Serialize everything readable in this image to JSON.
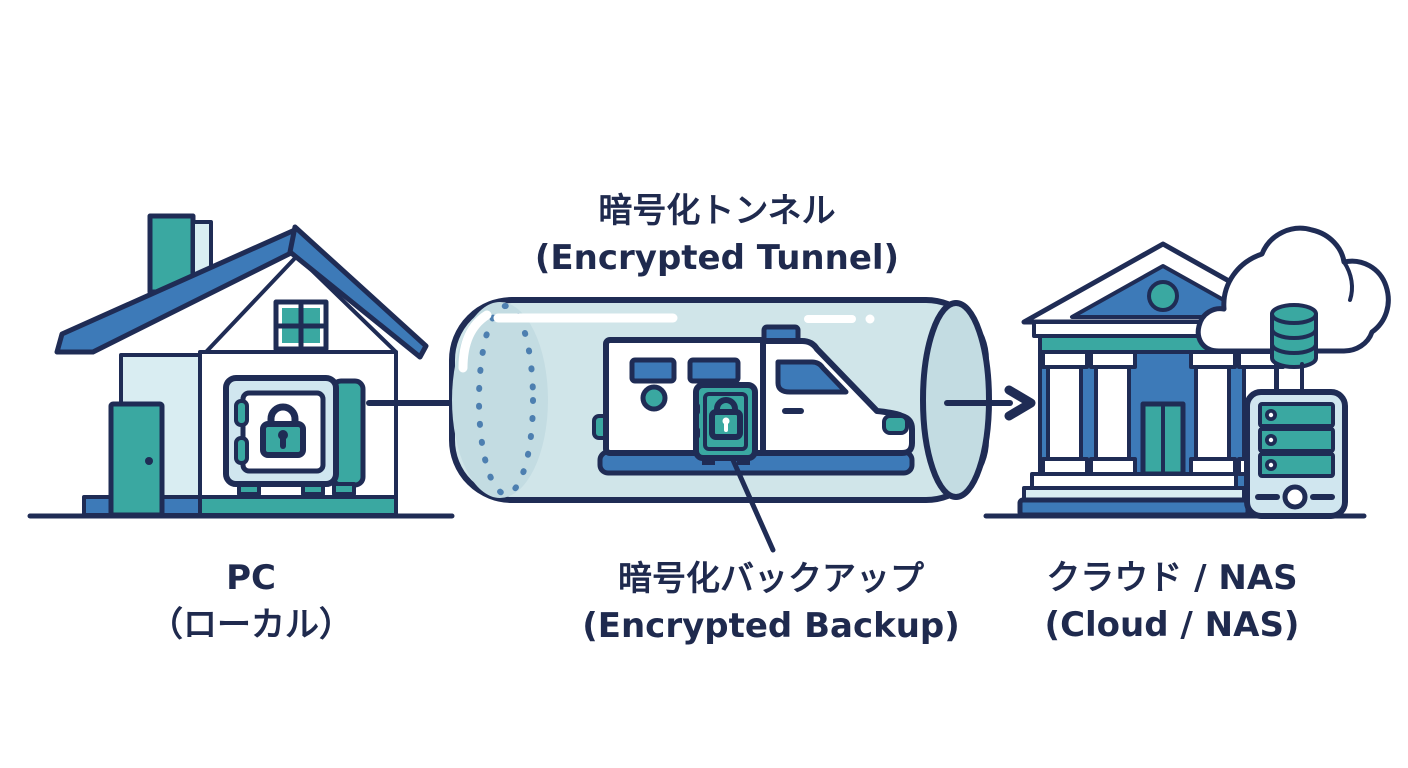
{
  "diagram": {
    "type": "flow-diagram",
    "background": "#ffffff",
    "labels": {
      "tunnel": {
        "ja": "暗号化トンネル",
        "en": "(Encrypted Tunnel)"
      },
      "pc": {
        "ja": "PC",
        "en": "（ローカル）"
      },
      "backup": {
        "ja": "暗号化バックアップ",
        "en": "(Encrypted Backup)"
      },
      "cloud_nas": {
        "ja": "クラウド / NAS",
        "en": "(Cloud / NAS)"
      }
    },
    "flow": [
      "pc",
      "encrypted-tunnel",
      "cloud-nas"
    ],
    "icons": {
      "source": "house-with-safe-icon",
      "transport": "armored-truck-in-encrypted-tunnel-icon",
      "destination": "bank-with-cloud-and-nas-icon",
      "connectors": [
        "arrow-right-icon",
        "arrow-right-icon",
        "callout-leader-line"
      ]
    },
    "colors": {
      "outline": "#1f2c55",
      "blue": "#3d7ab8",
      "teal": "#3aa8a1",
      "light_cyan": "#d9edf2",
      "panel_light": "#d0e6ef",
      "tunnel_fill": "#d0e5e9",
      "tunnel_cap": "#c3dce2",
      "dash_blue": "#4d7fb0",
      "text": "#1f2a4e",
      "background": "#ffffff"
    }
  }
}
